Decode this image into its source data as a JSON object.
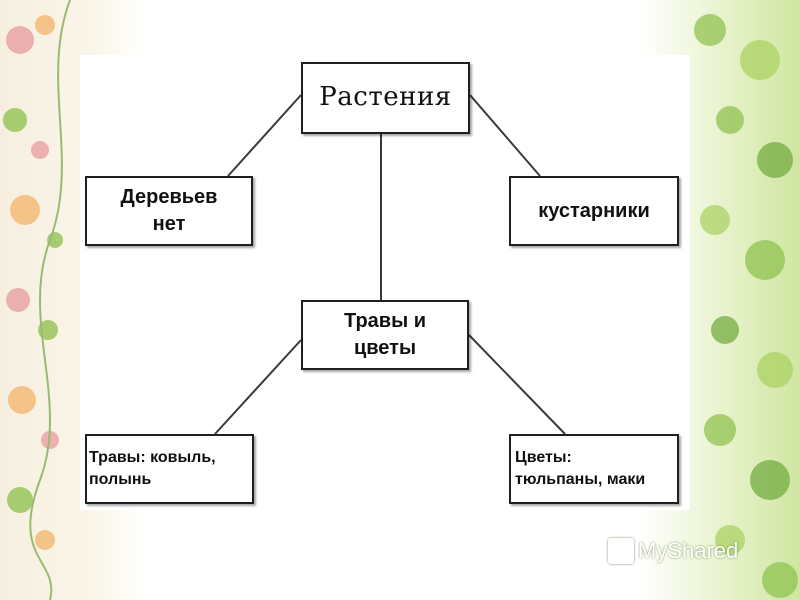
{
  "diagram": {
    "root": "Растения",
    "nodes": {
      "trees": "Деревьев\nнет",
      "shrubs": "кустарники",
      "herbs": "Травы и\nцветы",
      "grasses": "Травы:  ковыль,\nполынь",
      "flowers": "Цветы:\nтюльпаны, маки"
    }
  },
  "watermark": {
    "text": "MyShared",
    "icon": "presentation-logo-icon"
  },
  "colors": {
    "border": "#1f1f1f",
    "leaf_green": "#8cc04a",
    "flower_pink": "#e89aa0",
    "flower_orange": "#f2b46a"
  }
}
